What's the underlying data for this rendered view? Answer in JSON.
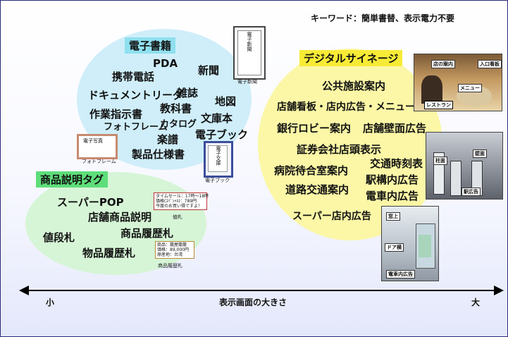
{
  "keywords": "キーワード：簡単書替、表示電力不要",
  "ebook": {
    "title": "電子書籍",
    "items": [
      "PDA",
      "携帯電話",
      "新聞",
      "ドキュメントリーダ",
      "雑誌",
      "地図",
      "作業指示書",
      "教科書",
      "文庫本",
      "フォトフレーム",
      "カタログ",
      "電子ブック",
      "楽譜",
      "製品仕様書"
    ],
    "device_newspaper_label": "電子新聞",
    "device_newspaper_caption": "電子新聞",
    "device_photoframe_label": "電子写真",
    "device_photoframe_caption": "フォトフレーム",
    "device_ebook_label": "電子文庫",
    "device_ebook_caption": "電子ブック"
  },
  "tags": {
    "title": "商品説明タグ",
    "items": [
      "スーパーPOP",
      "店舗商品説明",
      "値段札",
      "商品履歴札",
      "物品履歴札"
    ],
    "price_tag_lines": [
      "タイムセール：17時～18時",
      "価格(ｽﾊﾟｼｬﾙ)：789円",
      "今度のお買い得ですよ！"
    ],
    "price_tag_caption": "値札",
    "history_tag_lines": [
      "商品：籠屋籠籠",
      "価格：89,000円",
      "原産地：台湾"
    ],
    "history_tag_caption": "商品履歴札"
  },
  "signage": {
    "title": "デジタルサイネージ",
    "items": [
      "公共施設案内",
      "店舗看板・店内広告・メニュー",
      "銀行ロビー案内",
      "店舗壁面広告",
      "証券会社店頭表示",
      "交通時刻表",
      "病院待合室案内",
      "駅構内広告",
      "道路交通案内",
      "電車内広告",
      "スーパー店内広告"
    ],
    "photo_restaurant": {
      "labels": [
        "店の案内",
        "入口看板",
        "メニュー"
      ],
      "caption": "レストラン"
    },
    "photo_station": {
      "labels": [
        "柱面",
        "壁面"
      ],
      "caption": "駅広告"
    },
    "photo_train": {
      "labels": [
        "窓上",
        "ドア横"
      ],
      "caption": "電車内広告"
    }
  },
  "axis": {
    "label": "表示画面の大きさ",
    "small": "小",
    "large": "大"
  }
}
